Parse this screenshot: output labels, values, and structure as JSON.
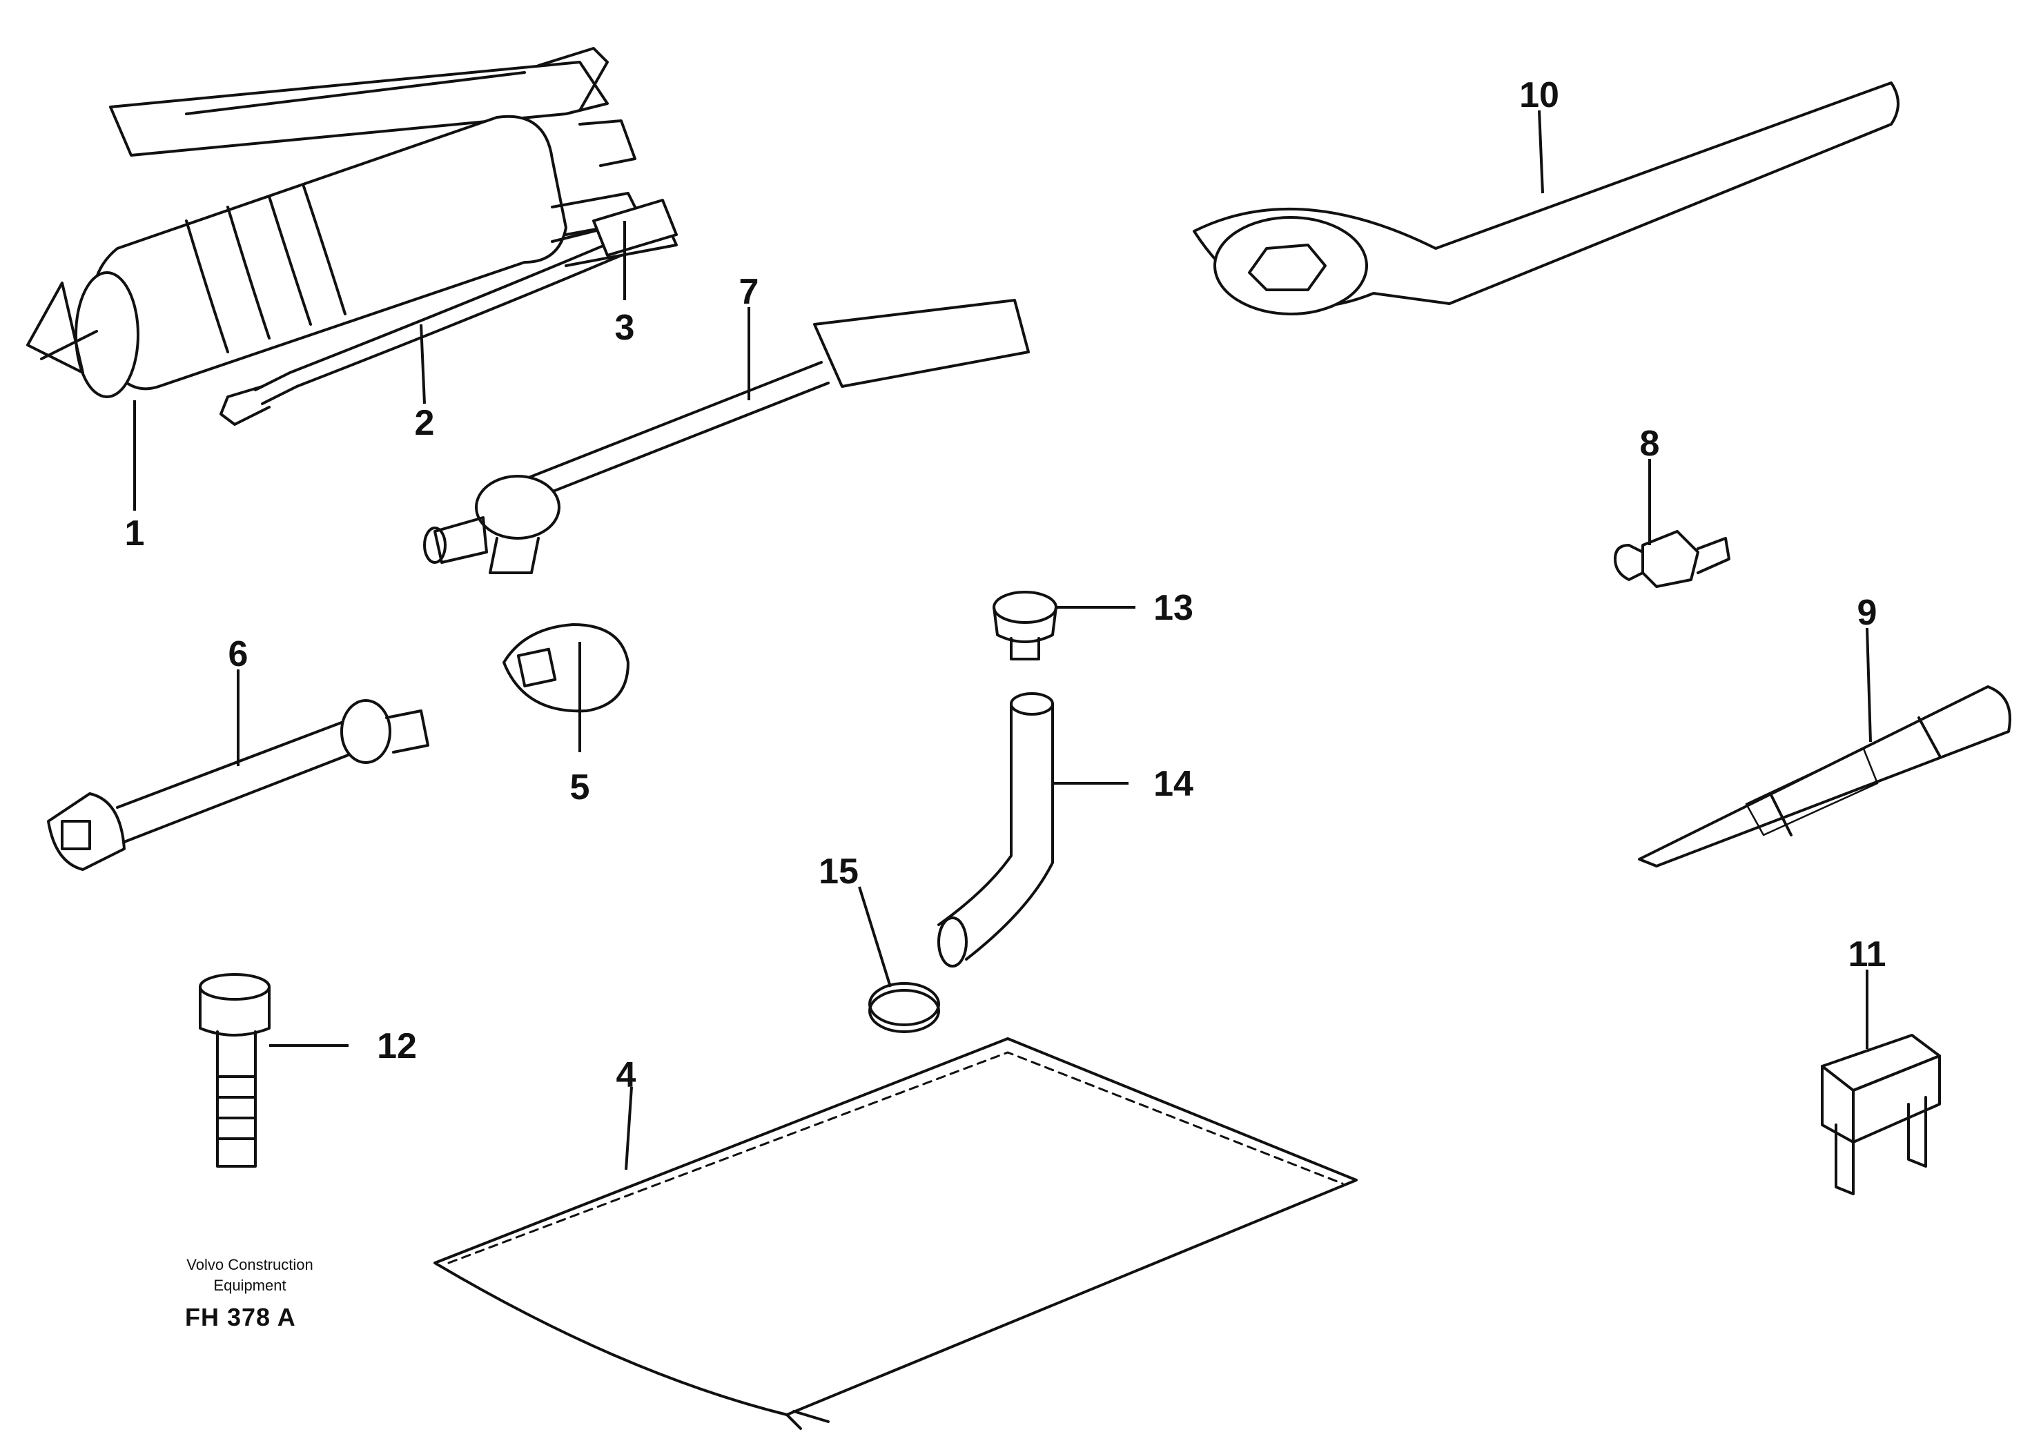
{
  "callouts": {
    "c1": "1",
    "c2": "2",
    "c3": "3",
    "c4": "4",
    "c5": "5",
    "c6": "6",
    "c7": "7",
    "c8": "8",
    "c9": "9",
    "c10": "10",
    "c11": "11",
    "c12": "12",
    "c13": "13",
    "c14": "14",
    "c15": "15"
  },
  "footer": {
    "credit_line1": "Volvo Construction",
    "credit_line2": "Equipment",
    "figure_code": "FH 378  A"
  }
}
